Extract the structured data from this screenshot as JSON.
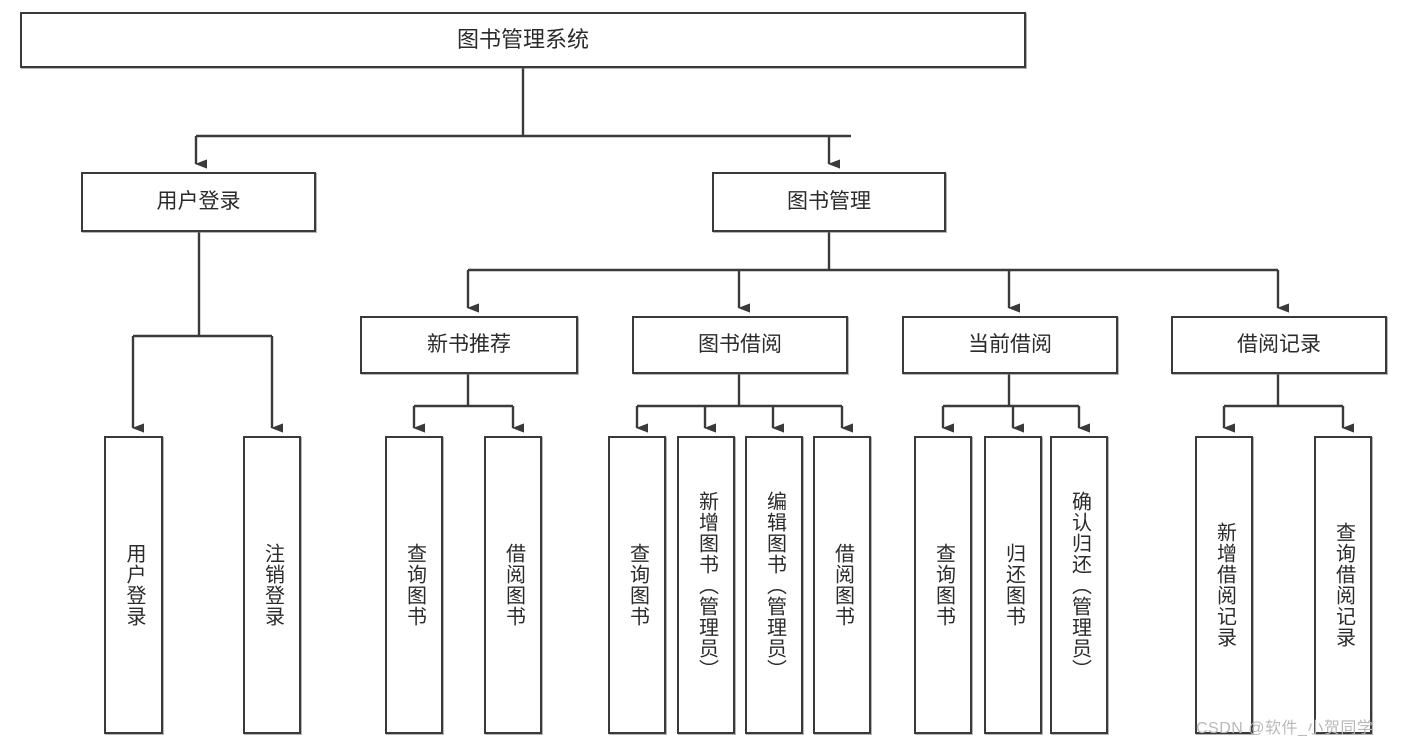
{
  "diagram": {
    "title": "图书管理系统",
    "type": "tree",
    "watermark": "CSDN @软件_小贺同学",
    "colors": {
      "box_border": "#3a3a3a",
      "box_fill": "#ffffff",
      "text": "#2b2b2b",
      "connector": "#3a3a3a",
      "watermark": "#b9b9b9",
      "background": "#ffffff"
    },
    "root": {
      "label": "图书管理系统"
    },
    "level1": [
      {
        "label": "用户登录"
      },
      {
        "label": "图书管理"
      }
    ],
    "level2": [
      {
        "label": "新书推荐"
      },
      {
        "label": "图书借阅"
      },
      {
        "label": "当前借阅"
      },
      {
        "label": "借阅记录"
      }
    ],
    "leaves": {
      "user_login": [
        {
          "label": "用户登录"
        },
        {
          "label": "注销登录"
        }
      ],
      "new_book_recommend": [
        {
          "label": "查询图书"
        },
        {
          "label": "借阅图书"
        }
      ],
      "book_borrow": [
        {
          "label": "查询图书"
        },
        {
          "label": "新增图书（管理员）"
        },
        {
          "label": "编辑图书（管理员）"
        },
        {
          "label": "借阅图书"
        }
      ],
      "current_borrow": [
        {
          "label": "查询图书"
        },
        {
          "label": "归还图书"
        },
        {
          "label": "确认归还（管理员）"
        }
      ],
      "borrow_record": [
        {
          "label": "新增借阅记录"
        },
        {
          "label": "查询借阅记录"
        }
      ]
    }
  }
}
